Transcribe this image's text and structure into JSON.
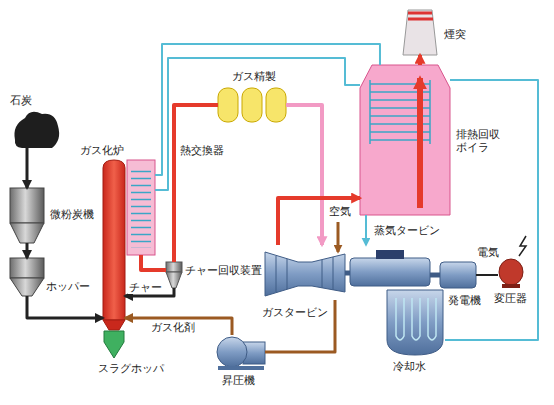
{
  "diagram": {
    "nodes": [
      {
        "text": [
          "石炭"
        ]
      },
      {
        "text": [
          "微粉炭機"
        ]
      },
      {
        "text": [
          "ホッパー"
        ]
      },
      {
        "text": [
          "ガス化炉"
        ]
      },
      {
        "text": [
          "熱交換器"
        ]
      },
      {
        "text": [
          "チャー回収装置"
        ]
      },
      {
        "text": [
          "スラグホッパ"
        ]
      },
      {
        "text": [
          "ガス精製"
        ]
      },
      {
        "text": [
          "昇圧機"
        ]
      },
      {
        "text": [
          "ガスタービン"
        ]
      },
      {
        "text": [
          "蒸気タービン"
        ]
      },
      {
        "text": [
          "発電機"
        ]
      },
      {
        "text": [
          "冷却水"
        ]
      },
      {
        "text": [
          "排熱回収ボイラ"
        ]
      },
      {
        "text": [
          "煙突"
        ]
      },
      {
        "text": [
          "変圧器"
        ]
      }
    ],
    "edges": [
      {
        "from": 0,
        "to": 1,
        "arrow": "to"
      },
      {
        "from": 1,
        "to": 2,
        "arrow": "to"
      },
      {
        "from": 2,
        "to": 3,
        "arrow": "to"
      },
      {
        "from": 4,
        "to": 5,
        "arrow": "none"
      },
      {
        "from": 5,
        "to": 3,
        "arrow": "to",
        "label": "チャー"
      },
      {
        "from": 5,
        "to": 7,
        "arrow": "none"
      },
      {
        "from": 7,
        "to": 9,
        "arrow": "to"
      },
      {
        "from": 8,
        "to": 3,
        "arrow": "to",
        "label": "ガス化剤"
      },
      {
        "from": 9,
        "to": 8,
        "arrow": "none"
      },
      {
        "from": 9,
        "to": 13,
        "arrow": "to"
      },
      {
        "from": 13,
        "to": 14,
        "arrow": "to"
      },
      {
        "from": 13,
        "to": 10,
        "arrow": "to"
      },
      {
        "from": 4,
        "to": 13,
        "arrow": "none"
      },
      {
        "from": 4,
        "to": 13,
        "arrow": "none"
      },
      {
        "from": 12,
        "to": 13,
        "arrow": "none"
      },
      {
        "from": 11,
        "to": 15,
        "arrow": "none",
        "label": "電気"
      }
    ],
    "labels": [
      "空気"
    ]
  }
}
